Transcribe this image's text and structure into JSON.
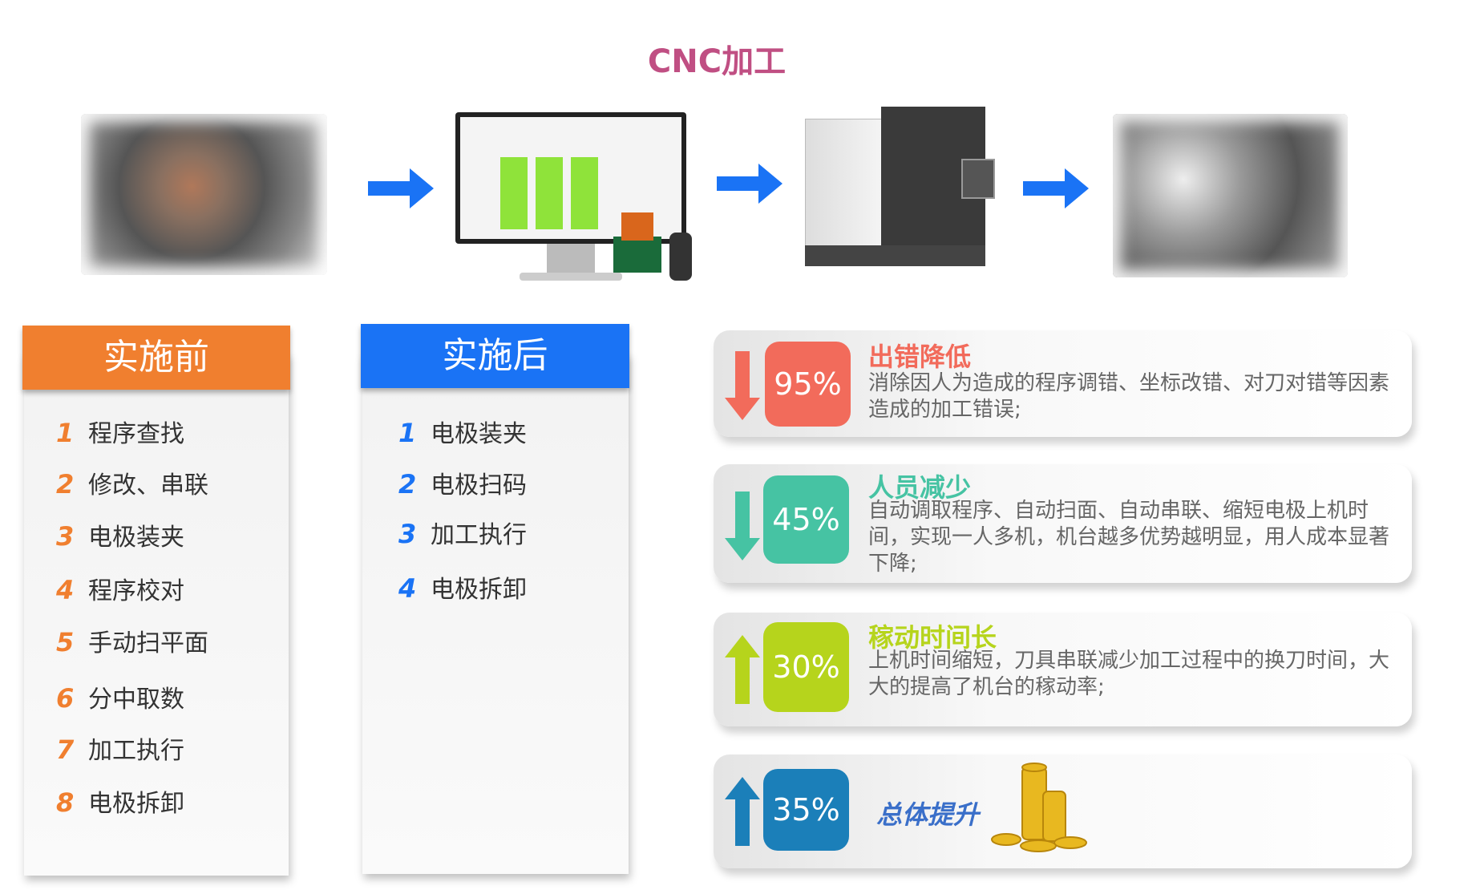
{
  "title": "CNC加工",
  "before": {
    "header": "实施前",
    "items": [
      {
        "n": "1",
        "label": "程序查找"
      },
      {
        "n": "2",
        "label": "修改、串联"
      },
      {
        "n": "3",
        "label": "电极装夹"
      },
      {
        "n": "4",
        "label": "程序校对"
      },
      {
        "n": "5",
        "label": "手动扫平面"
      },
      {
        "n": "6",
        "label": "分中取数"
      },
      {
        "n": "7",
        "label": "加工执行"
      },
      {
        "n": "8",
        "label": "电极拆卸"
      }
    ]
  },
  "after": {
    "header": "实施后",
    "items": [
      {
        "n": "1",
        "label": "电极装夹"
      },
      {
        "n": "2",
        "label": "电极扫码"
      },
      {
        "n": "3",
        "label": "加工执行"
      },
      {
        "n": "4",
        "label": "电极拆卸"
      }
    ]
  },
  "cards": [
    {
      "percent": "95%",
      "title": "出错降低",
      "body": "消除因人为造成的程序调错、坐标改错、对刀对错等因素造成的加工错误;",
      "direction": "down",
      "color": "#f26b5b"
    },
    {
      "percent": "45%",
      "title": "人员减少",
      "body": "自动调取程序、自动扫面、自动串联、缩短电极上机时间，实现一人多机，机台越多优势越明显，用人成本显著下降;",
      "direction": "down",
      "color": "#46c3a3"
    },
    {
      "percent": "30%",
      "title": "稼动时间长",
      "body": "上机时间缩短，刀具串联减少加工过程中的换刀时间，大大的提高了机台的稼动率;",
      "direction": "up",
      "color": "#b6d41c"
    },
    {
      "percent": "35%",
      "title": "总体提升",
      "direction": "up",
      "color": "#1b7fb9",
      "title_color": "#3a6fc9"
    }
  ],
  "colors": {
    "before": "#f07f2f",
    "after": "#1a73f5",
    "flow_arrow": "#1a73f5"
  }
}
